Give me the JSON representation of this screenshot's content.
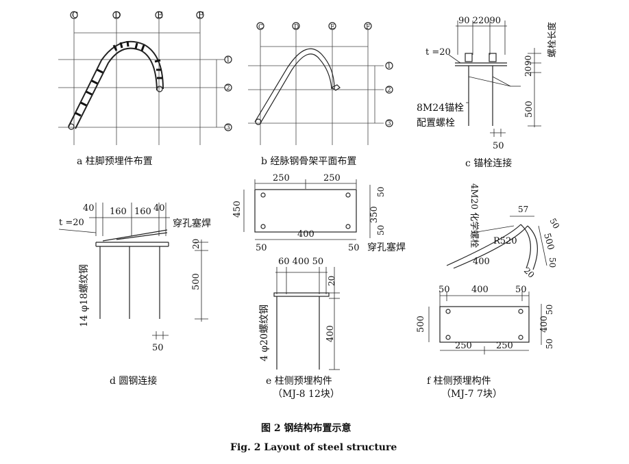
{
  "panel_a": {
    "caption": "a 柱脚预埋件布置",
    "axis_top": [
      "C",
      "D",
      "E",
      "F"
    ],
    "axis_right": [
      "1",
      "2",
      "3"
    ]
  },
  "panel_b": {
    "caption": "b 经脉钢骨架平面布置",
    "axis_top": [
      "C",
      "D",
      "E",
      "F"
    ],
    "axis_right": [
      "1",
      "2",
      "3"
    ]
  },
  "panel_c": {
    "caption": "c 锚栓连接",
    "dims_top": "90 22090",
    "t_label": "t =20",
    "bolt_label_1": "8M24锚栓",
    "bolt_label_2": "配置螺栓",
    "side_label": "螺栓长度",
    "dim_90": "90",
    "dim_20": "20",
    "dim_500": "500",
    "dim_50": "50"
  },
  "panel_d": {
    "caption": "d 圆钢连接",
    "dims_top": [
      "40",
      "160",
      "160",
      "40"
    ],
    "t_label": "t =20",
    "weld_label": "穿孔塞焊",
    "rebar_label": "14 φ18螺纹钢",
    "dim_20": "20",
    "dim_500": "500",
    "dim_50": "50"
  },
  "panel_e_plate": {
    "dims_top": [
      "250",
      "250"
    ],
    "dim_bottom": "400",
    "dims_bottom_edges": [
      "50",
      "50"
    ],
    "dim_left": "450",
    "dims_right": [
      "50",
      "350",
      "50"
    ],
    "weld_label": "穿孔塞焊"
  },
  "panel_e": {
    "caption": "e 柱侧预埋构件",
    "caption_sub": "（MJ-8 12块）",
    "dims_top": "60 400 50",
    "dim_20": "20",
    "dim_400": "400",
    "rebar_label": "4 φ20螺纹钢"
  },
  "panel_f_curve": {
    "bolt_label": "4M20 化学螺栓",
    "dim_57": "57",
    "radius_label": "R520",
    "dim_500": "500",
    "dim_400": "400",
    "dim_20": "20",
    "dim_50a": "50",
    "dim_50b": "50"
  },
  "panel_f": {
    "caption": "f 柱侧预埋构件",
    "caption_sub": "（MJ-7 7块）",
    "dims_top": [
      "50",
      "400",
      "50"
    ],
    "dims_bottom": [
      "250",
      "250"
    ],
    "dim_left": "500",
    "dims_right": [
      "50",
      "400",
      "50"
    ]
  },
  "figure": {
    "title_cn": "图 2 钢结构布置示意",
    "title_en": "Fig. 2 Layout of steel structure"
  }
}
